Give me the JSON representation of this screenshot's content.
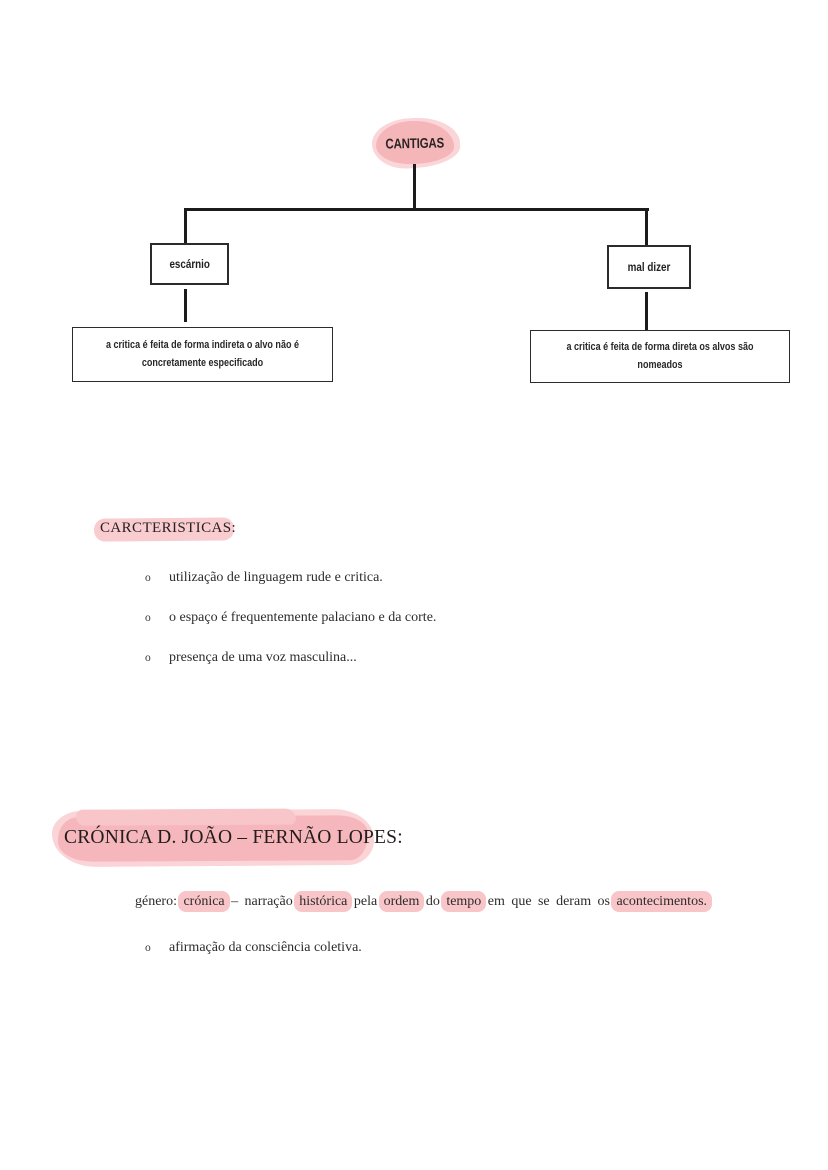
{
  "diagram": {
    "root_label": "CANTIGAS",
    "branches": [
      {
        "label": "escárnio",
        "description": "a critica é feita de forma indireta o alvo não é concretamente especificado"
      },
      {
        "label": "mal dizer",
        "description": "a critica é feita de forma direta os alvos são nomeados"
      }
    ]
  },
  "characteristics": {
    "heading": "CARCTERISTICAS:",
    "bullet_marker": "o",
    "items": [
      "utilização de linguagem rude e critica.",
      "o espaço é frequentemente palaciano e da corte.",
      "presença de uma voz masculina..."
    ]
  },
  "cronica": {
    "heading": "CRÓNICA D. JOÃO – FERNÃO LOPES:",
    "bullet_marker": "o",
    "genre_segments": [
      {
        "text": "género: ",
        "highlight": false
      },
      {
        "text": "crónica",
        "highlight": true
      },
      {
        "text": " – narração ",
        "highlight": false
      },
      {
        "text": "histórica",
        "highlight": true
      },
      {
        "text": " pela ",
        "highlight": false
      },
      {
        "text": "ordem",
        "highlight": true
      },
      {
        "text": " do ",
        "highlight": false
      },
      {
        "text": "tempo",
        "highlight": true
      },
      {
        "text": " em que se deram os ",
        "highlight": false
      },
      {
        "text": "acontecimentos.",
        "highlight": true
      }
    ],
    "items": [
      "afirmação da consciência coletiva."
    ]
  },
  "colors": {
    "highlight_pink_strong": "#f5b6ba",
    "highlight_pink_word": "#f8c5c8",
    "highlight_pink_light": "#fad6d8",
    "connector_black": "#1b1b1b",
    "text_dark": "#2e2b2c"
  }
}
